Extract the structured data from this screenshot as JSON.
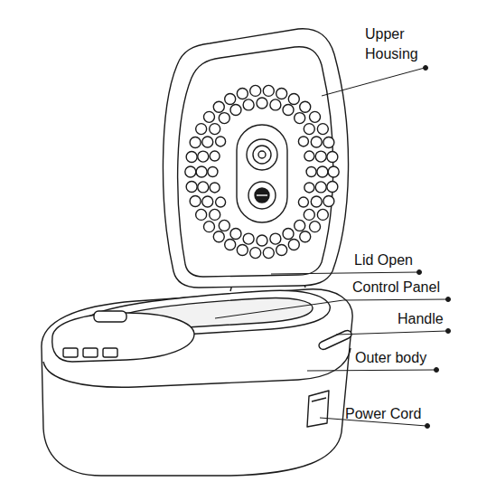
{
  "diagram": {
    "labels": [
      "Upper Housing",
      "Lid Open",
      "Control Panel",
      "Handle",
      "Outer body",
      "Power Cord"
    ]
  }
}
